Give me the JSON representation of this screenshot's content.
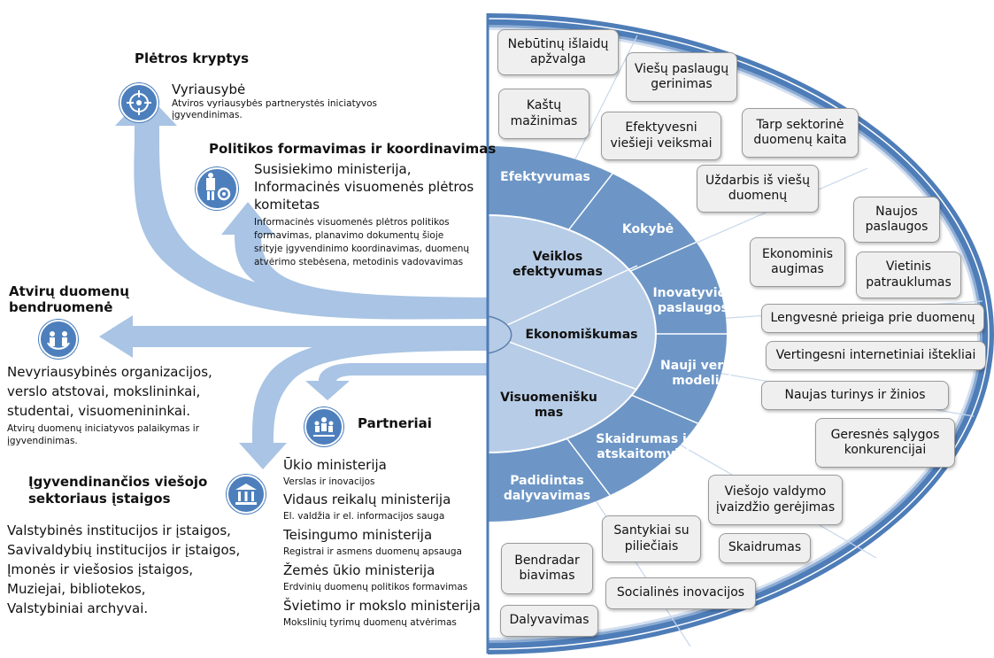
{
  "left": {
    "pletros": {
      "title": "Plėtros kryptys",
      "who": "Vyriausybė",
      "desc_lines": [
        "Atviros vyriausybės partnerystės iniciatyvos",
        "įgyvendinimas."
      ]
    },
    "politikos": {
      "title": "Politikos formavimas ir koordinavimas",
      "who_lines": [
        "Susisiekimo ministerija,",
        "Informacinės visuomenės plėtros",
        "komitetas"
      ],
      "desc_lines": [
        "Informacinės visuomenės plėtros politikos",
        "formavimas, planavimo dokumentų šioje",
        "srityje įgyvendinimo koordinavimas, duomenų",
        "atvėrimo stebėsena, metodinis vadovavimas"
      ]
    },
    "bendruomene": {
      "title_lines": [
        "Atvirų duomenų",
        "bendruomenė"
      ],
      "who_lines": [
        "Nevyriausybinės organizacijos,",
        "verslo atstovai, mokslininkai,",
        "studentai, visuomenininkai."
      ],
      "desc_lines": [
        "Atvirų duomenų iniciatyvos palaikymas ir",
        "įgyvendinimas."
      ]
    },
    "partneriai": {
      "title": "Partneriai",
      "items": [
        {
          "name": "Ūkio ministerija",
          "desc": "Verslas ir inovacijos"
        },
        {
          "name": "Vidaus reikalų ministerija",
          "desc": "El. valdžia ir el. informacijos sauga"
        },
        {
          "name": "Teisingumo ministerija",
          "desc": "Registrai ir asmens duomenų apsauga"
        },
        {
          "name": "Žemės ūkio ministerija",
          "desc": "Erdvinių duomenų politikos formavimas"
        },
        {
          "name": "Švietimo ir mokslo ministerija",
          "desc": "Mokslinių tyrimų duomenų atvėrimas"
        }
      ]
    },
    "istaigos": {
      "title_lines": [
        "Įgyvendinančios viešojo",
        "sektoriaus įstaigos"
      ],
      "items": [
        "Valstybinės institucijos ir įstaigos,",
        "Savivaldybių institucijos ir įstaigos,",
        "Įmonės ir viešosios įstaigos,",
        "Muziejai, bibliotekos,",
        "Valstybiniai archyvai."
      ]
    }
  },
  "inner": {
    "center": "Ekonomiškumas",
    "veiklos": "Veiklos\nefektyvumas",
    "visuomenisku": "Visuomenišku\nmas"
  },
  "ring": {
    "efektyvumas": "Efektyvumas",
    "kokybe": "Kokybė",
    "inovatyvios": "Inovatyvios\npaslaugos",
    "nauji": "Nauji verslo\nmodeliai",
    "skaidrumas": "Skaidrumas ir\natskaitomybė",
    "padidintas": "Padidintas\ndalyvavimas"
  },
  "outer_boxes": [
    "Nebūtinų išlaidų\napžvalga",
    "Viešų paslaugų\ngerinimas",
    "Kaštų\nmažinimas",
    "Efektyvesni\nviešieji veiksmai",
    "Tarp sektorinė\nduomenų kaita",
    "Uždarbis iš viešų\nduomenų",
    "Naujos\npaslaugos",
    "Ekonominis\naugimas",
    "Vietinis\npatrauklumas",
    "Lengvesnė prieiga prie duomenų",
    "Vertingesni internetiniai ištekliai",
    "Naujas turinys ir žinios",
    "Geresnės sąlygos\nkonkurencijai",
    "Viešojo valdymo\nįvaizdžio gerėjimas",
    "Santykiai su\npiliečiais",
    "Skaidrumas",
    "Bendradar\nbiavimas",
    "Socialinės inovacijos",
    "Dalyvavimas"
  ],
  "colors": {
    "blue_dark": "#4e7db8",
    "blue_ring": "#6d96c6",
    "blue_inner": "#b7cce6",
    "arrow": "#a9c4e4"
  },
  "icons": [
    "crosshair-icon",
    "presenter-gear-icon",
    "community-icon",
    "partners-group-icon",
    "government-building-icon"
  ]
}
